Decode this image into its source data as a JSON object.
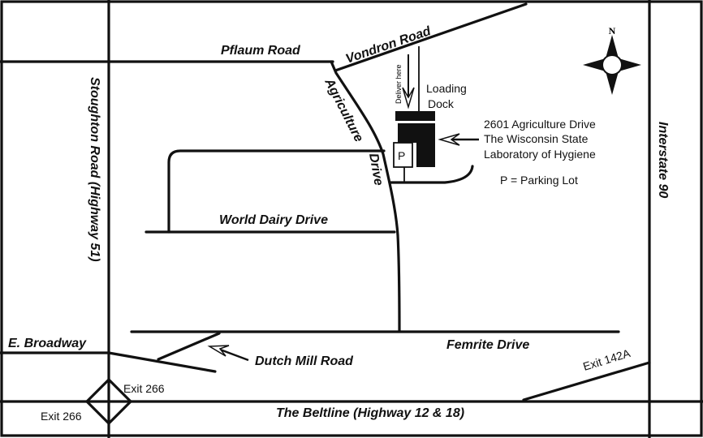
{
  "roads": {
    "pflaum": "Pflaum Road",
    "vondron": "Vondron Road",
    "agriculture_1": "Agriculture",
    "agriculture_2": "Drive",
    "stoughton": "Stoughton Road (Highway 51)",
    "interstate": "Interstate 90",
    "world_dairy": "World Dairy Drive",
    "e_broadway": "E. Broadway",
    "dutch_mill": "Dutch Mill Road",
    "femrite": "Femrite Drive",
    "beltline": "The Beltline (Highway 12 & 18)"
  },
  "exits": {
    "exit_a": "Exit 266",
    "exit_b": "Exit 266",
    "exit_c": "Exit 142A"
  },
  "labels": {
    "deliver": "Deliver here",
    "loading_1": "Loading",
    "loading_2": "Dock",
    "address_1": "2601 Agriculture Drive",
    "address_2": "The Wisconsin State",
    "address_3": "Laboratory of Hygiene",
    "parking_symbol": "P",
    "legend": "P = Parking Lot",
    "north": "N"
  },
  "colors": {
    "ink": "#111111",
    "background": "#ffffff"
  }
}
